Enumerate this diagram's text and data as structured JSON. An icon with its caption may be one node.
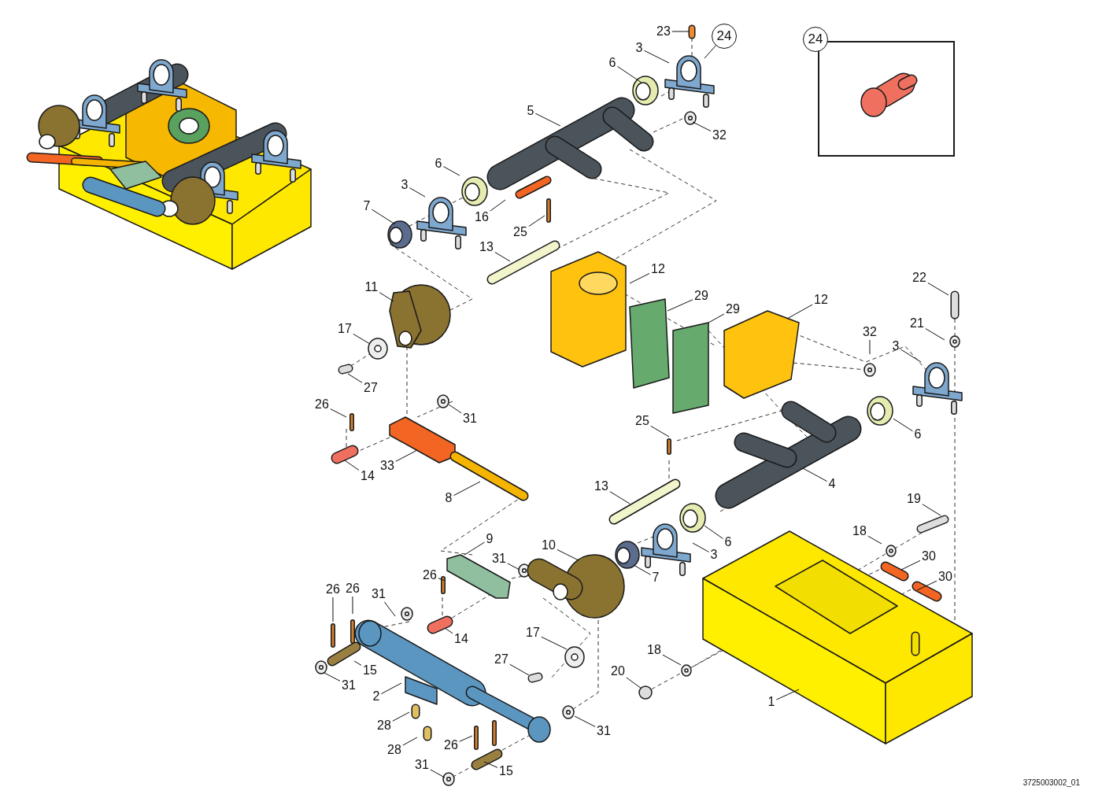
{
  "diagram": {
    "nodes": [
      {
        "text": [
          "24"
        ]
      },
      {
        "text": [
          "23"
        ]
      },
      {
        "text": [
          "24"
        ]
      },
      {
        "text": [
          "3"
        ]
      },
      {
        "text": [
          "6"
        ]
      },
      {
        "text": [
          "5"
        ]
      },
      {
        "text": [
          "32"
        ]
      },
      {
        "text": [
          "6"
        ]
      },
      {
        "text": [
          "3"
        ]
      },
      {
        "text": [
          "7"
        ]
      },
      {
        "text": [
          "16"
        ]
      },
      {
        "text": [
          "25"
        ]
      },
      {
        "text": [
          "13"
        ]
      },
      {
        "text": [
          "12"
        ]
      },
      {
        "text": [
          "11"
        ]
      },
      {
        "text": [
          "29"
        ]
      },
      {
        "text": [
          "29"
        ]
      },
      {
        "text": [
          "12"
        ]
      },
      {
        "text": [
          "22"
        ]
      },
      {
        "text": [
          "17"
        ]
      },
      {
        "text": [
          "21"
        ]
      },
      {
        "text": [
          "32"
        ]
      },
      {
        "text": [
          "3"
        ]
      },
      {
        "text": [
          "27"
        ]
      },
      {
        "text": [
          "26"
        ]
      },
      {
        "text": [
          "31"
        ]
      },
      {
        "text": [
          "25"
        ]
      },
      {
        "text": [
          "6"
        ]
      },
      {
        "text": [
          "33"
        ]
      },
      {
        "text": [
          "14"
        ]
      },
      {
        "text": [
          "4"
        ]
      },
      {
        "text": [
          "8"
        ]
      },
      {
        "text": [
          "13"
        ]
      },
      {
        "text": [
          "19"
        ]
      },
      {
        "text": [
          "18"
        ]
      },
      {
        "text": [
          "6"
        ]
      },
      {
        "text": [
          "9"
        ]
      },
      {
        "text": [
          "10"
        ]
      },
      {
        "text": [
          "30"
        ]
      },
      {
        "text": [
          "3"
        ]
      },
      {
        "text": [
          "31"
        ]
      },
      {
        "text": [
          "7"
        ]
      },
      {
        "text": [
          "30"
        ]
      },
      {
        "text": [
          "26"
        ]
      },
      {
        "text": [
          "26"
        ]
      },
      {
        "text": [
          "26"
        ]
      },
      {
        "text": [
          "31"
        ]
      },
      {
        "text": [
          "14"
        ]
      },
      {
        "text": [
          "17"
        ]
      },
      {
        "text": [
          "18"
        ]
      },
      {
        "text": [
          "15"
        ]
      },
      {
        "text": [
          "20"
        ]
      },
      {
        "text": [
          "27"
        ]
      },
      {
        "text": [
          "31"
        ]
      },
      {
        "text": [
          "2"
        ]
      },
      {
        "text": [
          "1"
        ]
      },
      {
        "text": [
          "28"
        ]
      },
      {
        "text": [
          "31"
        ]
      },
      {
        "text": [
          "28"
        ]
      },
      {
        "text": [
          "26"
        ]
      },
      {
        "text": [
          "31"
        ]
      },
      {
        "text": [
          "15"
        ]
      }
    ],
    "edges": [
      {
        "from": 1,
        "to": null,
        "arrow": "none"
      },
      {
        "from": 2,
        "to": null,
        "arrow": "none"
      },
      {
        "from": 3,
        "to": null,
        "arrow": "none"
      },
      {
        "from": 4,
        "to": null,
        "arrow": "none"
      },
      {
        "from": 5,
        "to": null,
        "arrow": "none"
      },
      {
        "from": 6,
        "to": null,
        "arrow": "none"
      },
      {
        "from": 7,
        "to": null,
        "arrow": "none"
      },
      {
        "from": 8,
        "to": null,
        "arrow": "none"
      },
      {
        "from": 9,
        "to": null,
        "arrow": "none"
      },
      {
        "from": 10,
        "to": null,
        "arrow": "none"
      },
      {
        "from": 11,
        "to": null,
        "arrow": "none"
      },
      {
        "from": 12,
        "to": null,
        "arrow": "none"
      },
      {
        "from": 13,
        "to": null,
        "arrow": "none"
      },
      {
        "from": 14,
        "to": null,
        "arrow": "none"
      },
      {
        "from": 15,
        "to": null,
        "arrow": "none"
      },
      {
        "from": 16,
        "to": null,
        "arrow": "none"
      },
      {
        "from": 17,
        "to": null,
        "arrow": "none"
      },
      {
        "from": 18,
        "to": null,
        "arrow": "none"
      },
      {
        "from": 19,
        "to": null,
        "arrow": "none"
      },
      {
        "from": 20,
        "to": null,
        "arrow": "none"
      },
      {
        "from": 21,
        "to": null,
        "arrow": "none"
      },
      {
        "from": 22,
        "to": null,
        "arrow": "none"
      },
      {
        "from": 23,
        "to": null,
        "arrow": "none"
      },
      {
        "from": 24,
        "to": null,
        "arrow": "none"
      },
      {
        "from": 25,
        "to": null,
        "arrow": "none"
      },
      {
        "from": 26,
        "to": null,
        "arrow": "none"
      },
      {
        "from": 27,
        "to": null,
        "arrow": "none"
      },
      {
        "from": 28,
        "to": null,
        "arrow": "none"
      },
      {
        "from": 29,
        "to": null,
        "arrow": "none"
      },
      {
        "from": 30,
        "to": null,
        "arrow": "none"
      },
      {
        "from": 31,
        "to": null,
        "arrow": "none"
      },
      {
        "from": 32,
        "to": null,
        "arrow": "none"
      },
      {
        "from": 33,
        "to": null,
        "arrow": "none"
      },
      {
        "from": 34,
        "to": null,
        "arrow": "none"
      },
      {
        "from": 35,
        "to": null,
        "arrow": "none"
      },
      {
        "from": 36,
        "to": null,
        "arrow": "none"
      },
      {
        "from": 37,
        "to": null,
        "arrow": "none"
      },
      {
        "from": 38,
        "to": null,
        "arrow": "none"
      },
      {
        "from": 39,
        "to": null,
        "arrow": "none"
      },
      {
        "from": 40,
        "to": null,
        "arrow": "none"
      },
      {
        "from": 41,
        "to": null,
        "arrow": "none"
      },
      {
        "from": 42,
        "to": null,
        "arrow": "none"
      },
      {
        "from": 43,
        "to": null,
        "arrow": "none"
      },
      {
        "from": 44,
        "to": null,
        "arrow": "none"
      },
      {
        "from": 45,
        "to": null,
        "arrow": "none"
      },
      {
        "from": 46,
        "to": null,
        "arrow": "none"
      },
      {
        "from": 47,
        "to": null,
        "arrow": "none"
      },
      {
        "from": 48,
        "to": null,
        "arrow": "none"
      },
      {
        "from": 49,
        "to": null,
        "arrow": "none"
      },
      {
        "from": 50,
        "to": null,
        "arrow": "none"
      },
      {
        "from": 51,
        "to": null,
        "arrow": "none"
      },
      {
        "from": 52,
        "to": null,
        "arrow": "none"
      },
      {
        "from": 53,
        "to": null,
        "arrow": "none"
      },
      {
        "from": 54,
        "to": null,
        "arrow": "none"
      },
      {
        "from": 55,
        "to": null,
        "arrow": "none"
      },
      {
        "from": 56,
        "to": null,
        "arrow": "none"
      },
      {
        "from": 57,
        "to": null,
        "arrow": "none"
      },
      {
        "from": 58,
        "to": null,
        "arrow": "none"
      },
      {
        "from": 59,
        "to": null,
        "arrow": "none"
      },
      {
        "from": 60,
        "to": null,
        "arrow": "none"
      },
      {
        "from": 61,
        "to": null,
        "arrow": "none"
      }
    ],
    "labels": [
      "3725003002_01"
    ]
  }
}
